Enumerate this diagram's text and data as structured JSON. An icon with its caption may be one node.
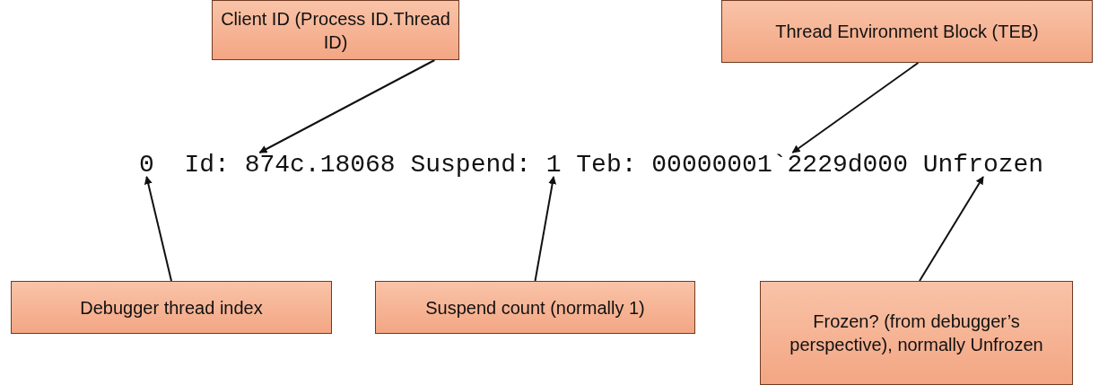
{
  "diagram": {
    "nodes": [
      {
        "text": [
          "Client ID (Process ID.Thread ID)"
        ]
      },
      {
        "text": [
          "Thread Environment Block (TEB)"
        ]
      },
      {
        "text": [
          "0"
        ]
      },
      {
        "text": [
          "874c.18068"
        ]
      },
      {
        "text": [
          "1"
        ]
      },
      {
        "text": [
          "00000001`2229d000"
        ]
      },
      {
        "text": [
          "Unfrozen"
        ]
      },
      {
        "text": [
          "Debugger thread index"
        ]
      },
      {
        "text": [
          "Suspend count (normally 1)"
        ]
      },
      {
        "text": [
          "Frozen? (from debugger’s perspective), normally Unfrozen"
        ]
      }
    ],
    "edges": [
      {
        "from": 0,
        "to": 3,
        "arrow": "to"
      },
      {
        "from": 1,
        "to": 5,
        "arrow": "to"
      },
      {
        "from": 7,
        "to": 2,
        "arrow": "to"
      },
      {
        "from": 8,
        "to": 4,
        "arrow": "to"
      },
      {
        "from": 9,
        "to": 6,
        "arrow": "to"
      }
    ],
    "labels": [
      "Id:",
      "Suspend:",
      "Teb:"
    ]
  }
}
